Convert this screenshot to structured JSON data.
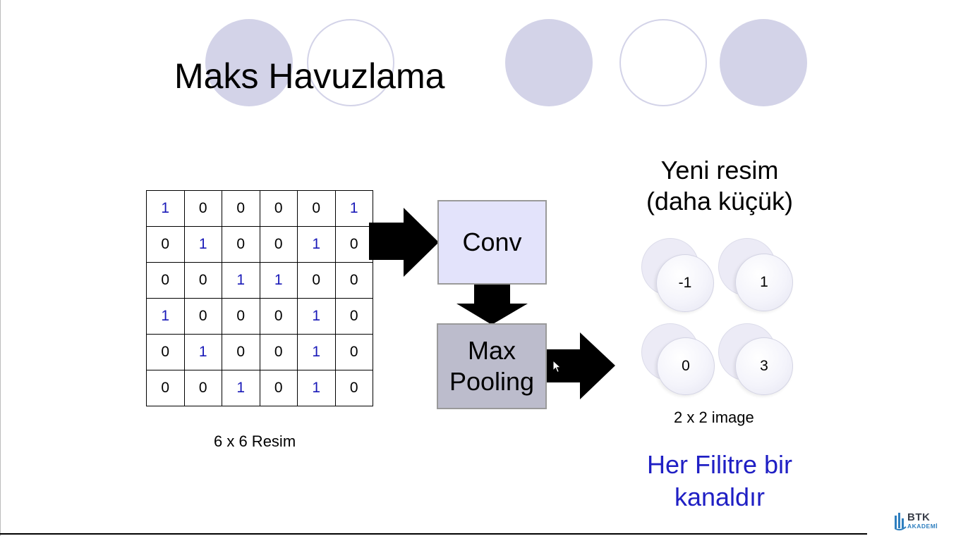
{
  "slide": {
    "title": "Maks Havuzlama",
    "matrix": [
      [
        1,
        0,
        0,
        0,
        0,
        1
      ],
      [
        0,
        1,
        0,
        0,
        1,
        0
      ],
      [
        0,
        0,
        1,
        1,
        0,
        0
      ],
      [
        1,
        0,
        0,
        0,
        1,
        0
      ],
      [
        0,
        1,
        0,
        0,
        1,
        0
      ],
      [
        0,
        0,
        1,
        0,
        1,
        0
      ]
    ],
    "matrix_caption": "6 x 6 Resim",
    "conv_label": "Conv",
    "pool_label_line1": "Max",
    "pool_label_line2": "Pooling",
    "new_image_line1": "Yeni resim",
    "new_image_line2": "(daha küçük)",
    "pooled_values": [
      "-1",
      "1",
      "0",
      "3"
    ],
    "pooled_caption": "2 x 2 image",
    "note_line1": "Her Filitre bir",
    "note_line2": "kanaldır"
  },
  "logo": {
    "word": "BTK",
    "sub": "AKADEMİ"
  },
  "colors": {
    "one_value": "#1a1ab8",
    "note": "#1f1fc4",
    "conv_fill": "#e3e3fb",
    "pool_fill": "#bcbccc",
    "decor_circle": "#d3d3e8"
  }
}
